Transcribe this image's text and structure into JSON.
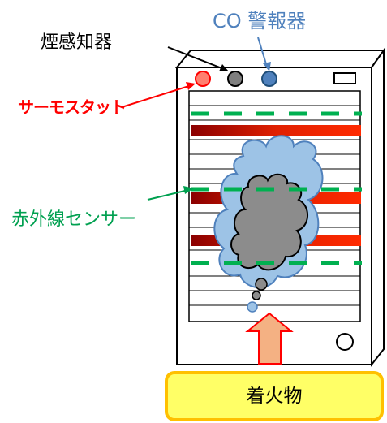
{
  "labels": {
    "co_alarm": "CO 警報器",
    "smoke_detector": "煙感知器",
    "thermostat": "サーモスタット",
    "ir_sensor": "赤外線センサー",
    "burning_object": "着火物"
  },
  "colors": {
    "co_blue": "#4f81bd",
    "thermostat_red": "#ff0000",
    "ir_green": "#00a050",
    "dashed_green": "#00b050",
    "heater_red": "#ff2a00",
    "heater_dark": "#8b0000",
    "smoke_outer": "#9dc3e6",
    "smoke_inner": "#8c8c8c",
    "arrow_fill": "#f4b183",
    "box_fill": "#ffff66",
    "box_border": "#ffc000"
  }
}
